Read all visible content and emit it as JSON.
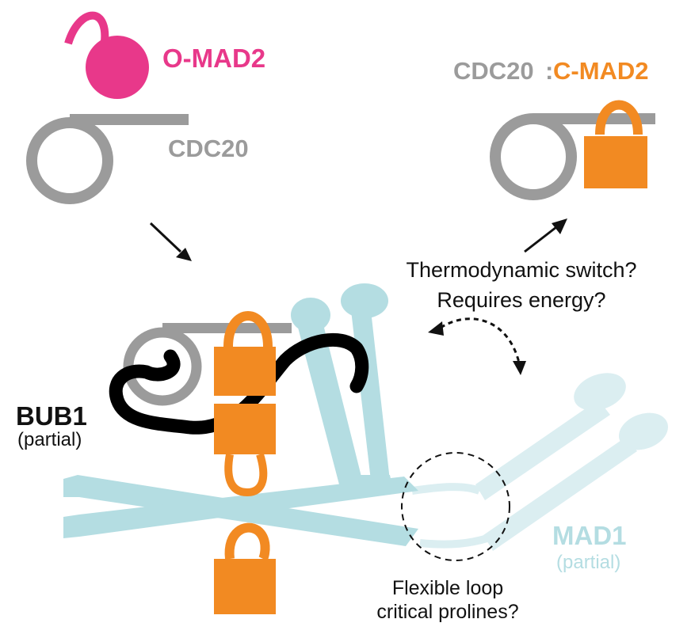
{
  "labels": {
    "omad2": "O-MAD2",
    "cdc20": "CDC20",
    "complex_cdc20": "CDC20",
    "complex_colon": ":",
    "complex_cmad2": "C-MAD2",
    "switch_line1": "Thermodynamic switch?",
    "switch_line2": "Requires energy?",
    "bub1": "BUB1",
    "bub1_sub": "(partial)",
    "mad1": "MAD1",
    "mad1_sub": "(partial)",
    "loop_line1": "Flexible loop",
    "loop_line2": "critical prolines?"
  },
  "colors": {
    "omad2": "#e8388a",
    "cdc20": "#9b9b9b",
    "cmad2": "#f28a22",
    "mad1": "#b4dde2",
    "mad1_faint": "#dbeef1",
    "bub1": "#000000",
    "text": "#111111"
  }
}
